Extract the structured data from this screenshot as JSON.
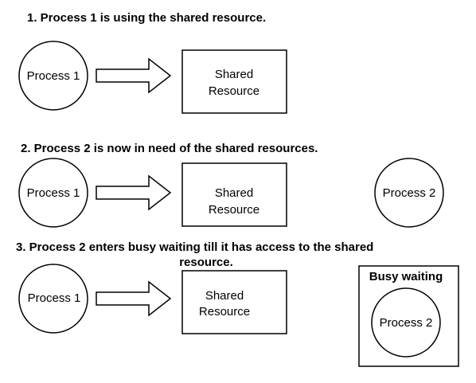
{
  "steps": [
    {
      "heading": "1. Process 1 is using the shared resource.",
      "process_1": "Process 1",
      "resource_line1": "Shared",
      "resource_line2": "Resource"
    },
    {
      "heading": "2. Process 2 is now in need of the shared resources.",
      "process_1": "Process 1",
      "resource_line1": "Shared",
      "resource_line2": "Resource",
      "process_2": "Process 2"
    },
    {
      "heading_line1": "3. Process 2 enters busy waiting till it has access to the shared",
      "heading_line2": "resource.",
      "process_1": "Process 1",
      "resource_line1": "Shared",
      "resource_line2": "Resource",
      "busy_box_title": "Busy waiting",
      "process_2": "Process 2"
    }
  ]
}
